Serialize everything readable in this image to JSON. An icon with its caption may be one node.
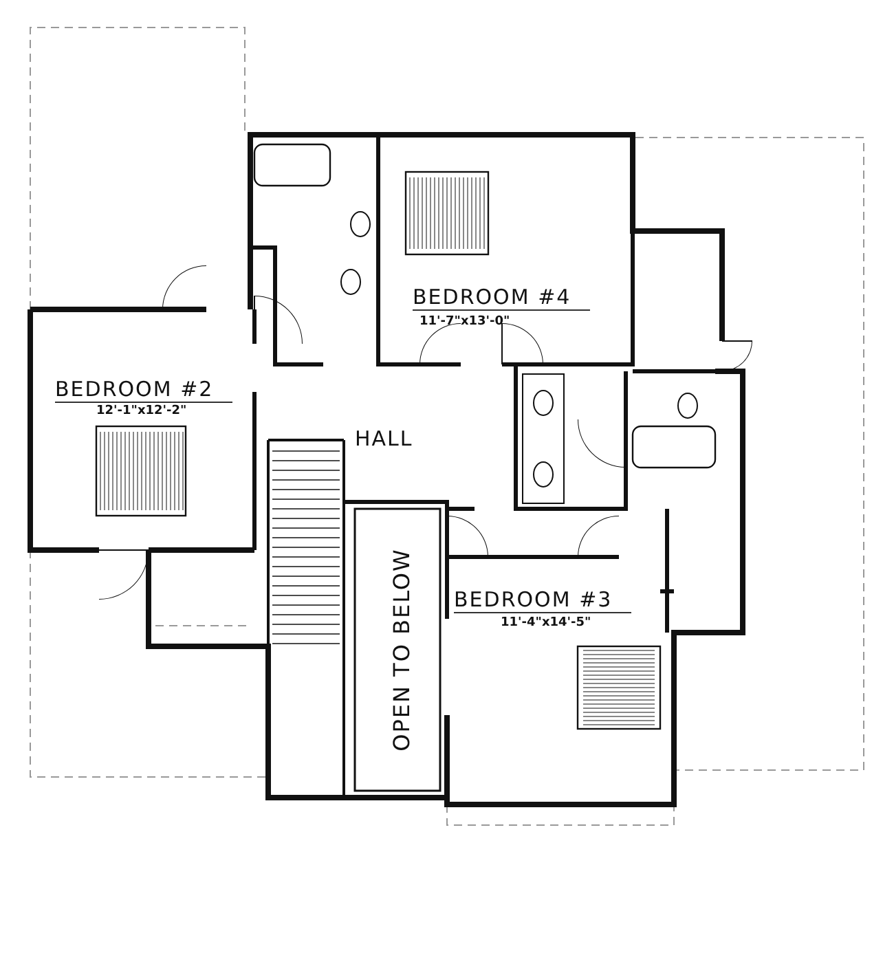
{
  "diagram": {
    "nodes": [
      {
        "text": [
          "BEDROOM #4",
          "11'-7\"x13'-0\""
        ]
      },
      {
        "text": [
          "BEDROOM #2",
          "12'-1\"x12'-2\""
        ]
      },
      {
        "text": [
          "HALL"
        ]
      },
      {
        "text": [
          "BEDROOM #3",
          "11'-4\"x14'-5\""
        ]
      },
      {
        "text": [
          "OPEN TO BELOW"
        ]
      }
    ]
  }
}
